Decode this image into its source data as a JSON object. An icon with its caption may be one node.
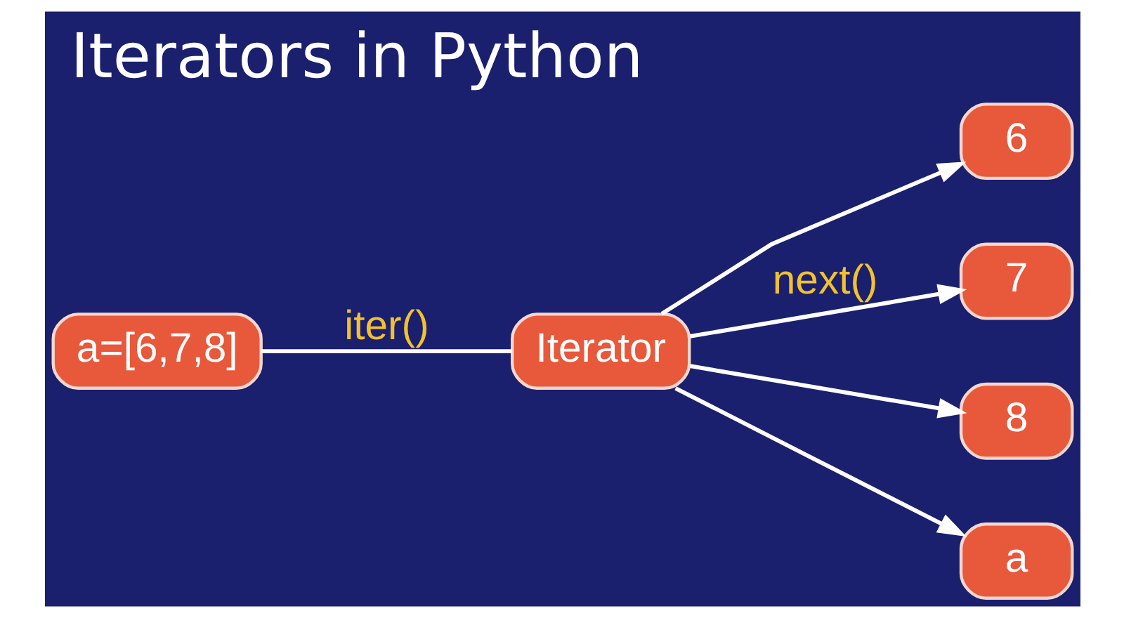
{
  "diagram": {
    "title": "Iterators in Python",
    "nodes": [
      {
        "text": [
          "a=[6,7,8]"
        ]
      },
      {
        "text": [
          "Iterator"
        ]
      },
      {
        "text": [
          "6"
        ]
      },
      {
        "text": [
          "7"
        ]
      },
      {
        "text": [
          "8"
        ]
      },
      {
        "text": [
          "a"
        ]
      }
    ],
    "edges": [
      {
        "from": 0,
        "to": 1,
        "arrow": "none",
        "label": "iter()"
      },
      {
        "from": 1,
        "to": 2,
        "arrow": "to"
      },
      {
        "from": 1,
        "to": 3,
        "arrow": "to",
        "label": "next()"
      },
      {
        "from": 1,
        "to": 4,
        "arrow": "to"
      },
      {
        "from": 1,
        "to": 5,
        "arrow": "to"
      }
    ]
  }
}
